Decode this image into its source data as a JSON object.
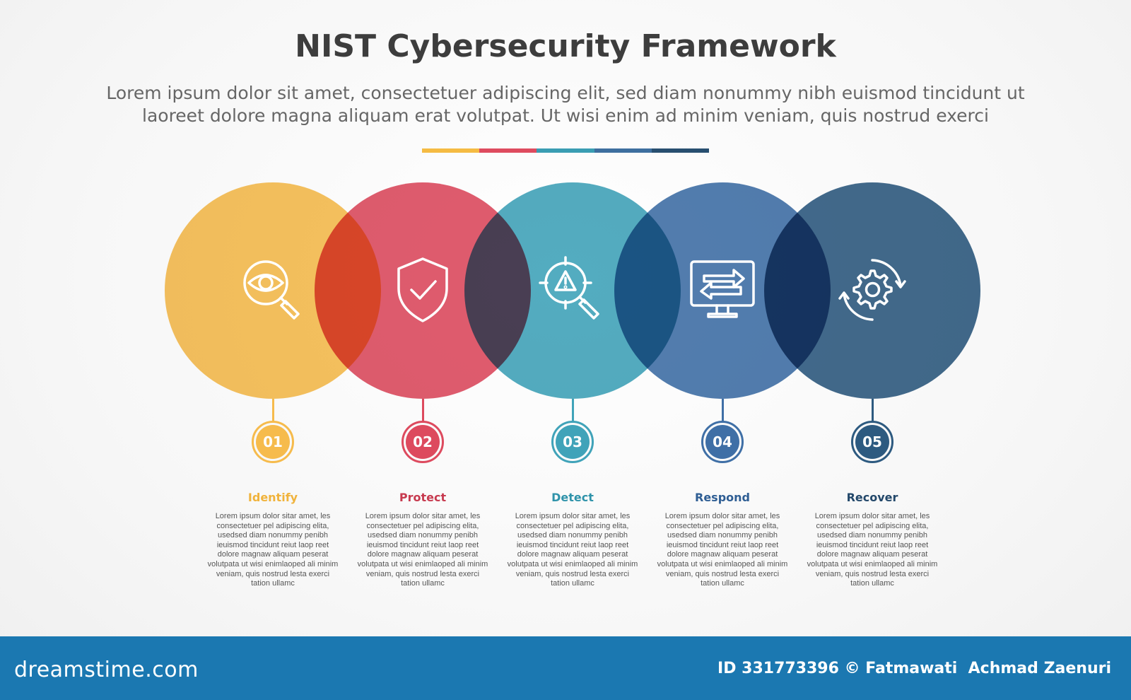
{
  "title": "NIST Cybersecurity Framework",
  "subtitle_line1": "Lorem ipsum dolor sit amet, consectetuer adipiscing elit, sed diam nonummy nibh euismod tincidunt ut",
  "subtitle_line2": "laoreet dolore magna aliquam erat volutpat. Ut wisi enim ad minim veniam, quis nostrud exerci",
  "accent_colors": [
    "#f5bb43",
    "#de4b5f",
    "#3a9db3",
    "#3e6f9f",
    "#284f70"
  ],
  "steps": [
    {
      "number": "01",
      "label": "Identify",
      "color": "#f6bb4c",
      "text_color": "#f0b33c",
      "icon": "eye-magnifier-icon",
      "description": "Lorem ipsum dolor sitar amet, les consectetuer pel adipiscing elita, usedsed diam nonummy penibh ieuismod tincidunt reiut laop reet dolore magnaw aliquam peserat volutpata ut wisi enimlaoped ali minim veniam, quis nostrud lesta exerci tation ullamc"
    },
    {
      "number": "02",
      "label": "Protect",
      "color": "#dd4a5e",
      "text_color": "#c73a4f",
      "icon": "shield-check-icon",
      "description": "Lorem ipsum dolor sitar amet, les consectetuer pel adipiscing elita, usedsed diam nonummy penibh ieuismod tincidunt reiut laop reet dolore magnaw aliquam peserat volutpata ut wisi enimlaoped ali minim veniam, quis nostrud lesta exerci tation ullamc"
    },
    {
      "number": "03",
      "label": "Detect",
      "color": "#40a3b9",
      "text_color": "#2f93aa",
      "icon": "alert-search-icon",
      "description": "Lorem ipsum dolor sitar amet, les consectetuer pel adipiscing elita, usedsed diam nonummy penibh ieuismod tincidunt reiut laop reet dolore magnaw aliquam peserat volutpata ut wisi enimlaoped ali minim veniam, quis nostrud lesta exerci tation ullamc"
    },
    {
      "number": "04",
      "label": "Respond",
      "color": "#3f6fa6",
      "text_color": "#2f5e94",
      "icon": "monitor-transfer-icon",
      "description": "Lorem ipsum dolor sitar amet, les consectetuer pel adipiscing elita, usedsed diam nonummy penibh ieuismod tincidunt reiut laop reet dolore magnaw aliquam peserat volutpata ut wisi enimlaoped ali minim veniam, quis nostrud lesta exerci tation ullamc"
    },
    {
      "number": "05",
      "label": "Recover",
      "color": "#2d5a80",
      "text_color": "#23486a",
      "icon": "gear-cycle-icon",
      "description": "Lorem ipsum dolor sitar amet, les consectetuer pel adipiscing elita, usedsed diam nonummy penibh ieuismod tincidunt reiut laop reet dolore magnaw aliquam peserat volutpata ut wisi enimlaoped ali minim veniam, quis nostrud lesta exerci tation ullamc"
    }
  ],
  "footer": {
    "brand": "dreamstime.com",
    "credit": "ID 331773396 © Fatmawati  Achmad Zaenuri",
    "background": "#1b78b1"
  }
}
